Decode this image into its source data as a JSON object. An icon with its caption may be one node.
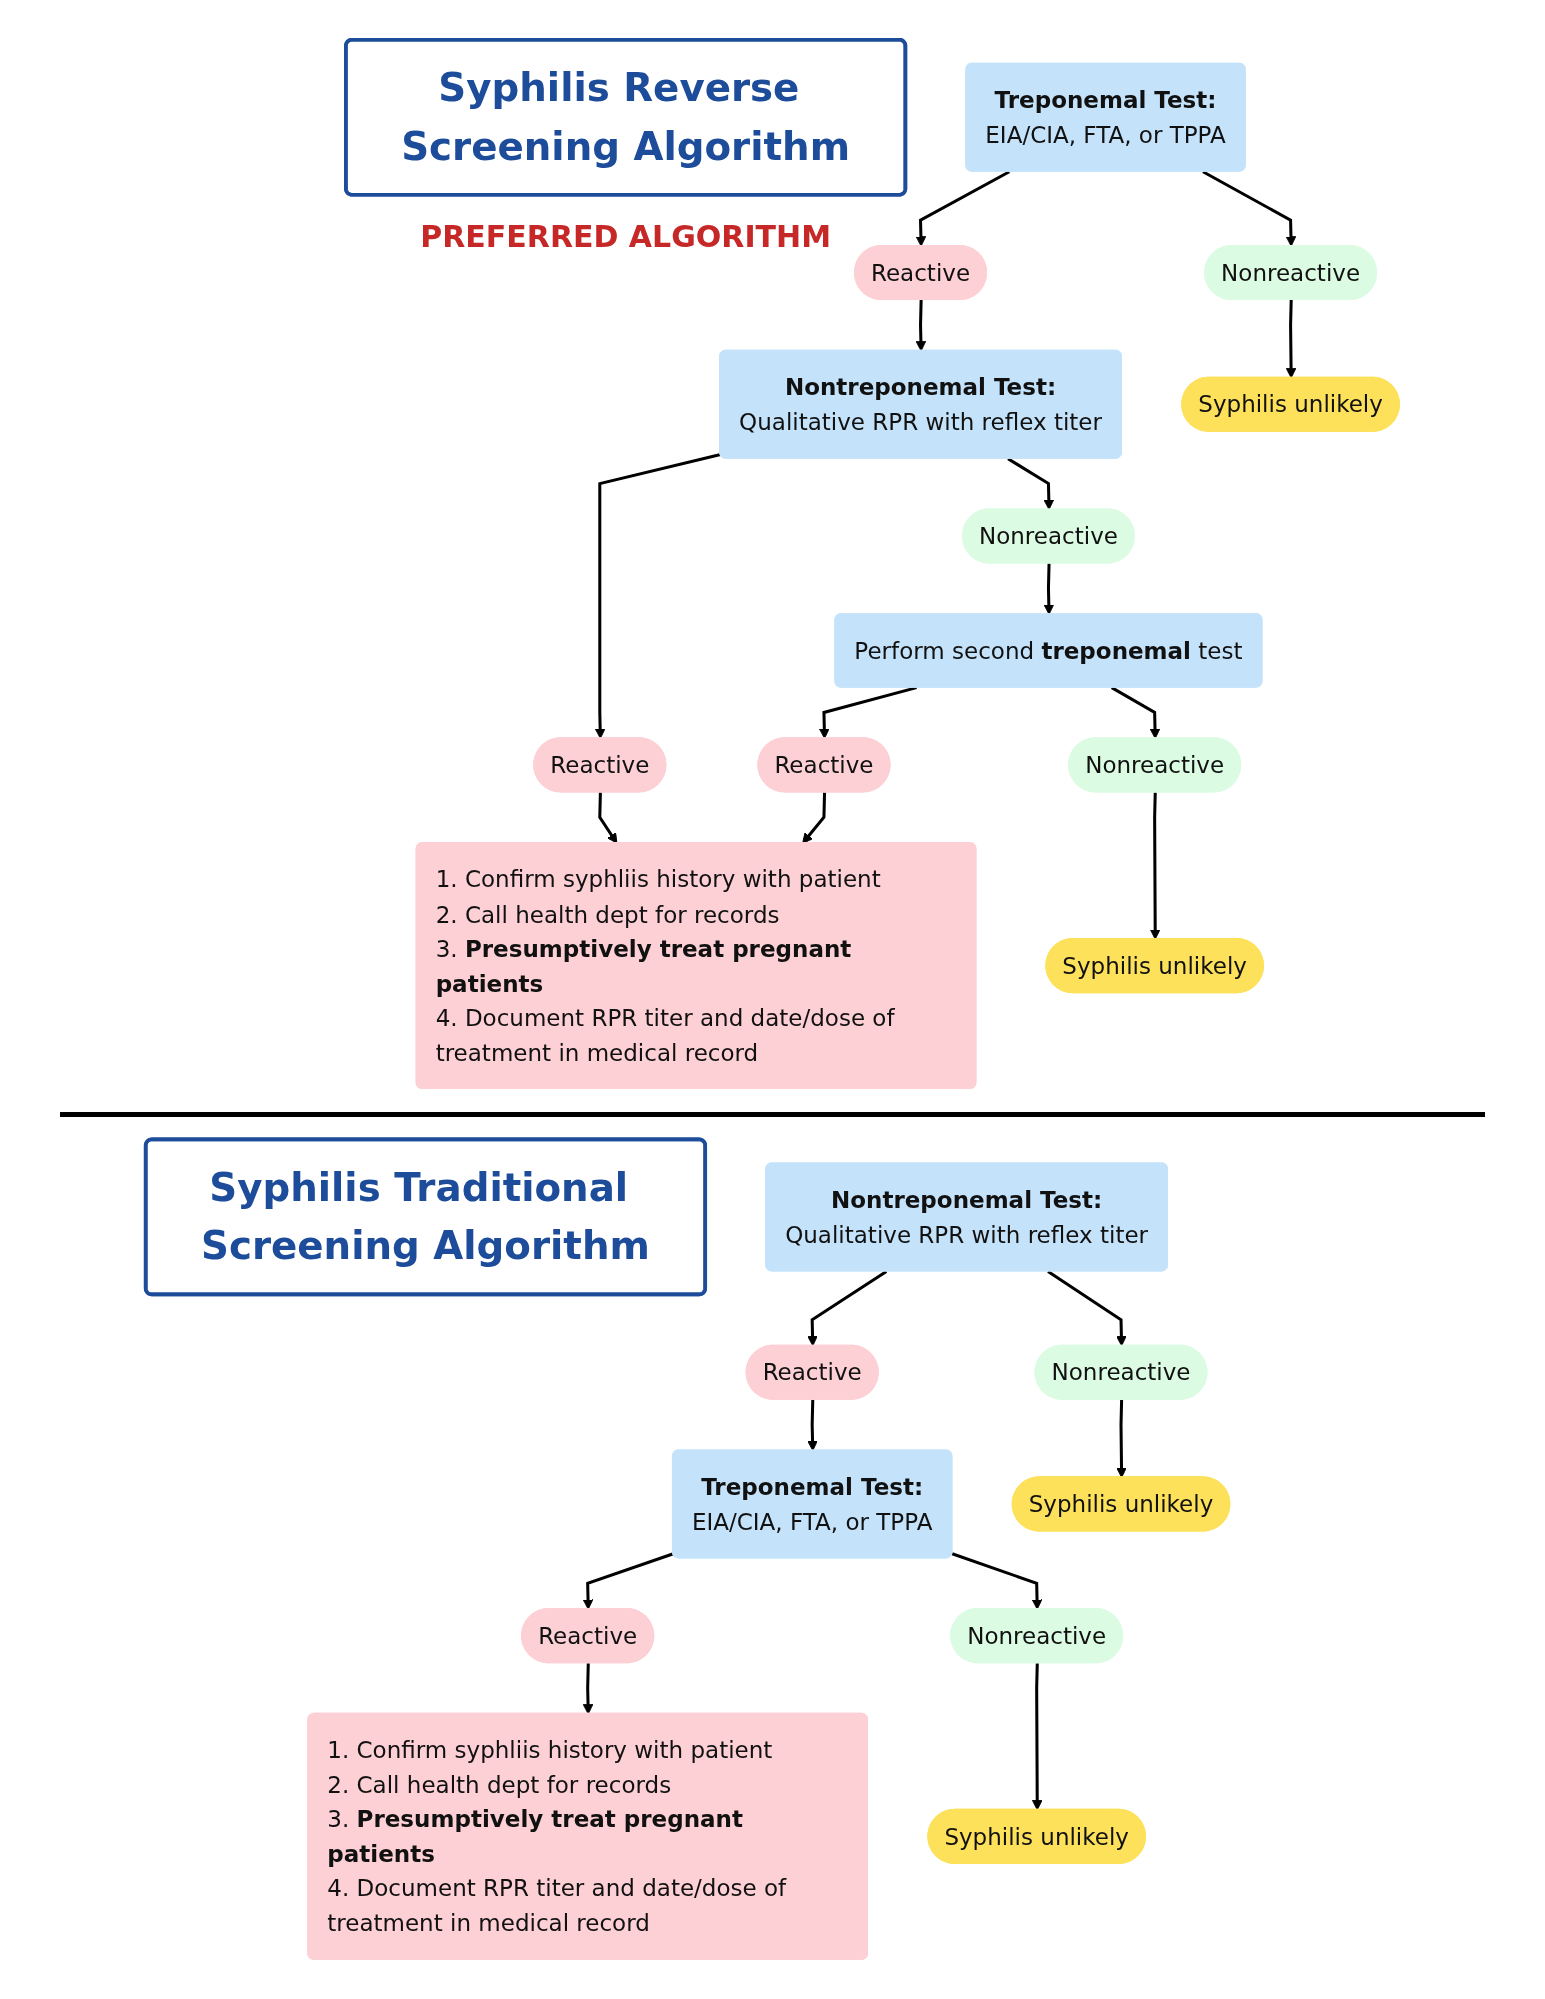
{
  "diagram": {
    "nodes": [
      {
        "text": [
          "Syphilis Reverse Screening Algorithm"
        ]
      },
      {
        "text": [
          "Treponemal Test:",
          "EIA/CIA, FTA, or TPPA"
        ]
      },
      {
        "text": [
          "Nonreactive"
        ]
      },
      {
        "text": [
          "Reactive"
        ]
      },
      {
        "text": [
          "Syphilis unlikely"
        ]
      },
      {
        "text": [
          "Nontreponemal Test:",
          "Qualitative RPR with reflex titer"
        ]
      },
      {
        "text": [
          "Nonreactive"
        ]
      },
      {
        "text": [
          "Reactive"
        ]
      },
      {
        "text": [
          "Perform second **treponemal** test"
        ]
      },
      {
        "text": [
          "Nonreactive"
        ]
      },
      {
        "text": [
          "Syphilis unlikely"
        ]
      },
      {
        "text": [
          "1. Confirm syphliis history with patient",
          "2. Call health dept for records",
          "3. **Presumptively treat pregnant patients**",
          "4. Document RPR titer and date/dose of treatment in medical record"
        ]
      },
      {
        "text": [
          "Reactive"
        ]
      },
      {
        "text": [
          "Syphilis Traditional Screening Algorithm"
        ]
      },
      {
        "text": [
          "Nontreponemal Test:",
          "Qualitative RPR with reflex titer"
        ]
      },
      {
        "text": [
          "Nonreactive"
        ]
      },
      {
        "text": [
          "Syphilis unlikely"
        ]
      },
      {
        "text": [
          "Reactive"
        ]
      },
      {
        "text": [
          "Treponemal Test:",
          "EIA/CIA, FTA, or TPPA"
        ]
      },
      {
        "text": [
          "Nonreactive"
        ]
      },
      {
        "text": [
          "Syphilis unlikely"
        ]
      },
      {
        "text": [
          "Reactive"
        ]
      },
      {
        "text": [
          "1. Confirm syphliis history with patient",
          "2. Call health dept for records",
          "3. **Presumptively treat pregnant patients**",
          "4. Document RPR titer and date/dose of treatment in medical record"
        ]
      }
    ],
    "edges": [
      {
        "from": 1,
        "to": 3,
        "arrow": "to"
      },
      {
        "from": 3,
        "to": 5,
        "arrow": "to"
      },
      {
        "from": 5,
        "to": 7,
        "arrow": "to"
      },
      {
        "from": 7,
        "to": 11,
        "arrow": "to"
      },
      {
        "from": 1,
        "to": 2,
        "arrow": "to"
      },
      {
        "from": 2,
        "to": 4,
        "arrow": "to"
      },
      {
        "from": 5,
        "to": 6,
        "arrow": "to"
      },
      {
        "from": 6,
        "to": 8,
        "arrow": "to"
      },
      {
        "from": 8,
        "to": 12,
        "arrow": "to"
      },
      {
        "from": 12,
        "to": 11,
        "arrow": "to"
      },
      {
        "from": 8,
        "to": 9,
        "arrow": "to"
      },
      {
        "from": 9,
        "to": 10,
        "arrow": "to"
      },
      {
        "from": 14,
        "to": 17,
        "arrow": "to"
      },
      {
        "from": 17,
        "to": 18,
        "arrow": "to"
      },
      {
        "from": 18,
        "to": 21,
        "arrow": "to"
      },
      {
        "from": 21,
        "to": 22,
        "arrow": "to"
      },
      {
        "from": 14,
        "to": 15,
        "arrow": "to"
      },
      {
        "from": 15,
        "to": 16,
        "arrow": "to"
      },
      {
        "from": 18,
        "to": 19,
        "arrow": "to"
      },
      {
        "from": 19,
        "to": 20,
        "arrow": "to"
      }
    ],
    "labels": [
      "PREFERRED ALGORITHM"
    ]
  }
}
